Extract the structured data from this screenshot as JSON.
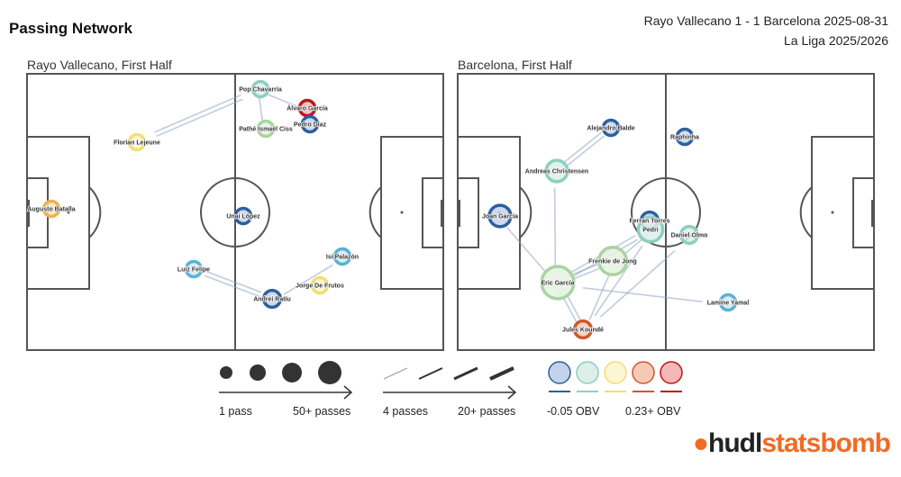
{
  "header": {
    "title": "Passing Network",
    "match": "Rayo Vallecano 1 - 1 Barcelona 2025-08-31",
    "competition": "La Liga 2025/2026"
  },
  "colors": {
    "blue": [
      "#2d5f9f",
      "#c3d3ea"
    ],
    "teal": [
      "#8ccfbf",
      "#dcefe9"
    ],
    "green": [
      "#a9d4a0",
      "#e6f2e2"
    ],
    "yellow": [
      "#f2df72",
      "#fbf6d3"
    ],
    "orange": [
      "#e9b453",
      "#f8e3bd"
    ],
    "lightblue": [
      "#5cb0d4",
      "#d2e9f3"
    ],
    "red": [
      "#c0151b",
      "#f2b7b6"
    ],
    "orangered": [
      "#d4552b",
      "#f6c9b6"
    ]
  },
  "pitches": [
    {
      "title": "Rayo Vallecano, First Half",
      "players": [
        {
          "name": "Pop Chavarría",
          "color": "teal",
          "size": 1
        },
        {
          "name": "Álvaro García",
          "color": "red",
          "size": 1
        },
        {
          "name": "Pedro Díaz",
          "color": "blue",
          "size": 1
        },
        {
          "name": "Pathé Ismaël Ciss",
          "color": "green",
          "size": 1
        },
        {
          "name": "Florian Lejeune",
          "color": "yellow",
          "size": 1
        },
        {
          "name": "Augusto Batalla",
          "color": "orange",
          "size": 1
        },
        {
          "name": "Unai López",
          "color": "blue",
          "size": 1
        },
        {
          "name": "Isi Palazón",
          "color": "lightblue",
          "size": 1
        },
        {
          "name": "Luiz Felipe",
          "color": "lightblue",
          "size": 1
        },
        {
          "name": "Jorge De Frutos",
          "color": "yellow",
          "size": 1
        },
        {
          "name": "Andrei Ratiu",
          "color": "blue",
          "size": 1.1
        }
      ],
      "passes": [
        [
          "Florian Lejeune",
          "Pop Chavarría"
        ],
        [
          "Pop Chavarría",
          "Florian Lejeune"
        ],
        [
          "Pop Chavarría",
          "Álvaro García"
        ],
        [
          "Pop Chavarría",
          "Pathé Ismaël Ciss"
        ],
        [
          "Luiz Felipe",
          "Andrei Ratiu"
        ],
        [
          "Andrei Ratiu",
          "Luiz Felipe"
        ],
        [
          "Andrei Ratiu",
          "Isi Palazón"
        ]
      ]
    },
    {
      "title": "Barcelona, First Half",
      "players": [
        {
          "name": "Alejandro Balde",
          "color": "blue",
          "size": 1
        },
        {
          "name": "Raphinha",
          "color": "blue",
          "size": 1
        },
        {
          "name": "Andreas Christensen",
          "color": "teal",
          "size": 1.4
        },
        {
          "name": "Joan García",
          "color": "blue",
          "size": 1.4
        },
        {
          "name": "Ferran Torres",
          "color": "blue",
          "size": 1.1
        },
        {
          "name": "Pedri",
          "color": "teal",
          "size": 1.6
        },
        {
          "name": "Daniel Olmo",
          "color": "teal",
          "size": 1.1
        },
        {
          "name": "Frenkie de Jong",
          "color": "green",
          "size": 1.8
        },
        {
          "name": "Eric García",
          "color": "green",
          "size": 2.1
        },
        {
          "name": "Lamine Yamal",
          "color": "lightblue",
          "size": 1
        },
        {
          "name": "Jules Koundé",
          "color": "orangered",
          "size": 1.1
        }
      ],
      "passes": [
        [
          "Alejandro Balde",
          "Andreas Christensen"
        ],
        [
          "Andreas Christensen",
          "Alejandro Balde"
        ],
        [
          "Andreas Christensen",
          "Eric García"
        ],
        [
          "Joan García",
          "Eric García"
        ],
        [
          "Eric García",
          "Frenkie de Jong"
        ],
        [
          "Frenkie de Jong",
          "Eric García"
        ],
        [
          "Eric García",
          "Pedri"
        ],
        [
          "Pedri",
          "Eric García"
        ],
        [
          "Eric García",
          "Lamine Yamal"
        ],
        [
          "Eric García",
          "Jules Koundé"
        ],
        [
          "Jules Koundé",
          "Eric García"
        ],
        [
          "Jules Koundé",
          "Pedri"
        ],
        [
          "Jules Koundé",
          "Daniel Olmo"
        ],
        [
          "Jules Koundé",
          "Frenkie de Jong"
        ],
        [
          "Frenkie de Jong",
          "Pedri"
        ]
      ]
    }
  ],
  "legend": {
    "size_min": "1 pass",
    "size_max": "50+ passes",
    "line_min": "4 passes",
    "line_max": "20+ passes",
    "obv_min": "-0.05 OBV",
    "obv_max": "0.23+ OBV",
    "obv_colors": [
      "blue",
      "teal",
      "yellow",
      "orangered",
      "red"
    ]
  },
  "logo": {
    "part1": "hudl",
    "part2": "statsbomb"
  }
}
